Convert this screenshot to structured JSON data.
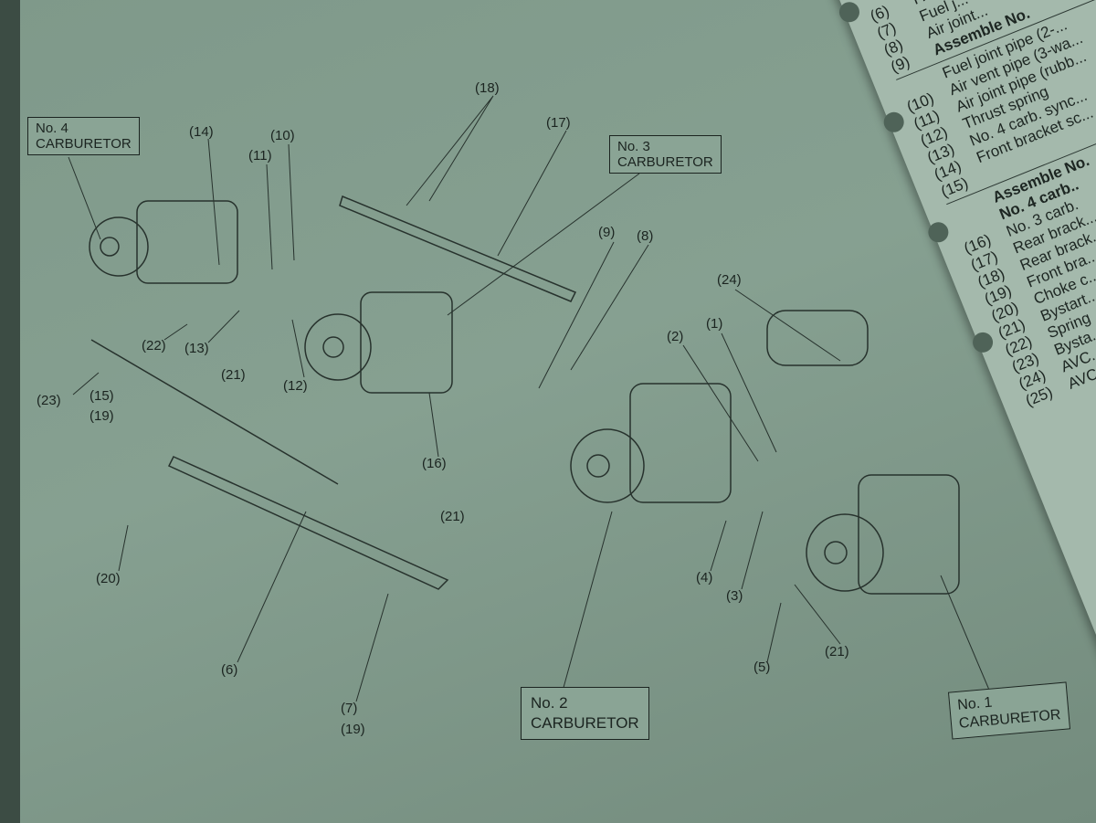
{
  "diagram": {
    "boxes": {
      "no4": [
        "No. 4",
        "CARBURETOR"
      ],
      "no3": [
        "No. 3",
        "CARBURETOR"
      ],
      "no2": [
        "No. 2",
        "CARBURETOR"
      ],
      "no1": [
        "No. 1",
        "CARBURETOR"
      ]
    },
    "callouts": {
      "c18": "(18)",
      "c17": "(17)",
      "c14": "(14)",
      "c11": "(11)",
      "c10": "(10)",
      "c9": "(9)",
      "c8": "(8)",
      "c24": "(24)",
      "c1": "(1)",
      "c2": "(2)",
      "c22": "(22)",
      "c13": "(13)",
      "c21a": "(21)",
      "c12": "(12)",
      "c23": "(23)",
      "c15": "(15)",
      "c19a": "(19)",
      "c16": "(16)",
      "c21b": "(21)",
      "c20": "(20)",
      "c4": "(4)",
      "c3": "(3)",
      "c6": "(6)",
      "c5": "(5)",
      "c21c": "(21)",
      "c7": "(7)",
      "c19b": "(19)"
    }
  },
  "parts_table": {
    "rows": [
      {
        "num": "(6)",
        "text": "F..."
      },
      {
        "num": "(7)",
        "text": "Fuel j..."
      },
      {
        "num": "(8)",
        "text": "Air joint..."
      },
      {
        "num": "(9)",
        "text": "Assemble No.",
        "bold": true
      },
      {
        "num": "",
        "text": "Fuel joint pipe (2-..."
      },
      {
        "num": "(10)",
        "text": "Air vent pipe (3-wa..."
      },
      {
        "num": "(11)",
        "text": "Air joint pipe (rubb..."
      },
      {
        "num": "(12)",
        "text": "Thrust spring"
      },
      {
        "num": "(13)",
        "text": "No. 4 carb. sync..."
      },
      {
        "num": "(14)",
        "text": "Front bracket sc..."
      },
      {
        "num": "(15)",
        "text": ""
      },
      {
        "num": "",
        "text": "Assemble No.",
        "bold": true
      },
      {
        "num": "",
        "text": "No. 4 carb..",
        "bold": true
      },
      {
        "num": "(16)",
        "text": "No. 3 carb."
      },
      {
        "num": "(17)",
        "text": "Rear brack..."
      },
      {
        "num": "(18)",
        "text": "Rear brack..."
      },
      {
        "num": "(19)",
        "text": "Front bra..."
      },
      {
        "num": "(20)",
        "text": "Choke c..."
      },
      {
        "num": "(21)",
        "text": "Bystart..."
      },
      {
        "num": "(22)",
        "text": "Spring"
      },
      {
        "num": "(23)",
        "text": "Bysta..."
      },
      {
        "num": "(24)",
        "text": "AVC..."
      },
      {
        "num": "(25)",
        "text": "AVC..."
      }
    ]
  }
}
